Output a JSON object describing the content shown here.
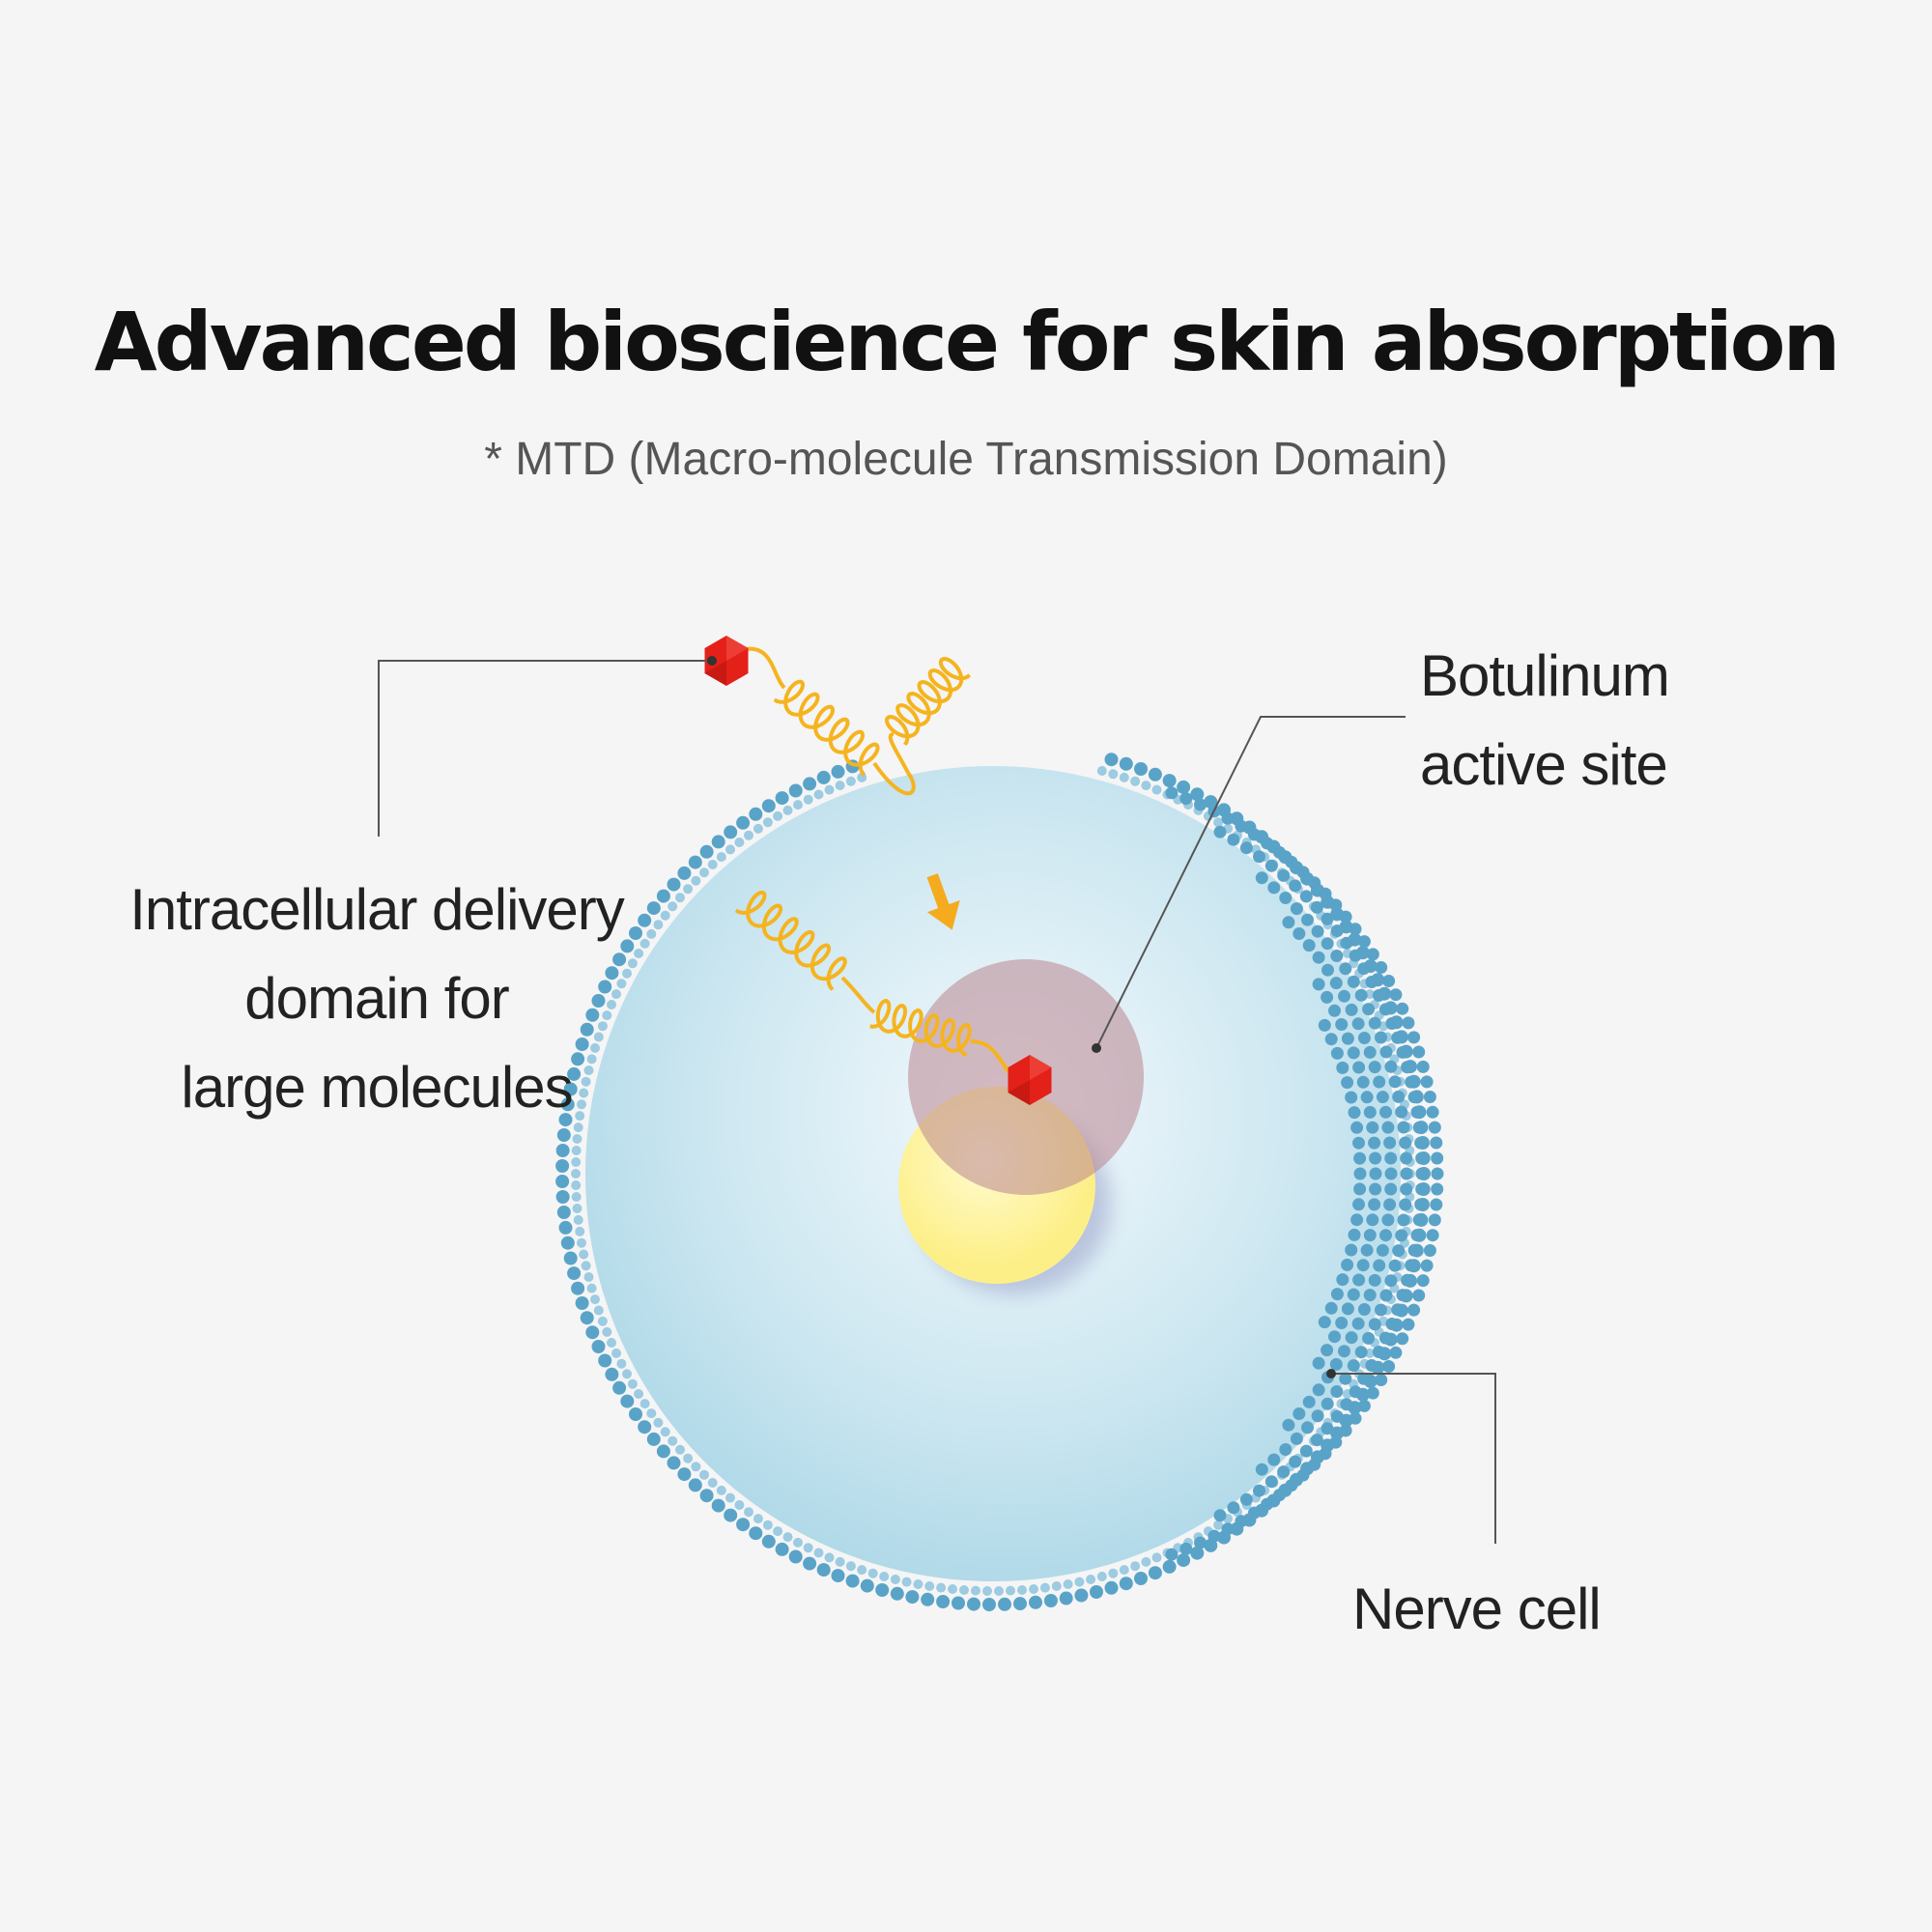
{
  "title": "Advanced bioscience for skin absorption",
  "subtitle": "* MTD (Macro-molecule Transmission Domain)",
  "labels": {
    "delivery_domain": [
      "Intracellular delivery",
      "domain for",
      "large molecules"
    ],
    "active_site": [
      "Botulinum",
      "active site"
    ],
    "nerve_cell": "Nerve cell"
  },
  "colors": {
    "background": "#f5f5f5",
    "membrane_dot": "#5aa3c8",
    "membrane_dot_light": "#8cc3dd",
    "cell_inner": "#a9d6e6",
    "cell_center": "#eef7fb",
    "helix": "#f5b41f",
    "hexagon": "#e32119",
    "active_site": "#c9a3ab",
    "nucleus": "#fdf39a",
    "arrow": "#f5ab1e",
    "leader_line": "#555555"
  }
}
